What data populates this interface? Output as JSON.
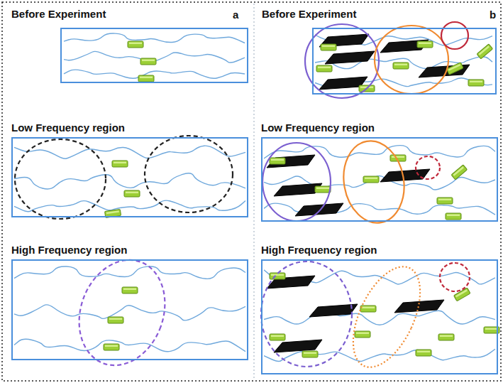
{
  "diagram": {
    "nodes": [
      {
        "text": [
          "Before Experiment"
        ]
      },
      {
        "text": [
          "Low Frequency region"
        ]
      },
      {
        "text": [
          "High Frequency region"
        ]
      },
      {
        "text": [
          "Before Experiment"
        ]
      },
      {
        "text": [
          "Low Frequency region"
        ]
      },
      {
        "text": [
          "High Frequency region"
        ]
      }
    ],
    "labels": [
      "a",
      "b"
    ]
  }
}
